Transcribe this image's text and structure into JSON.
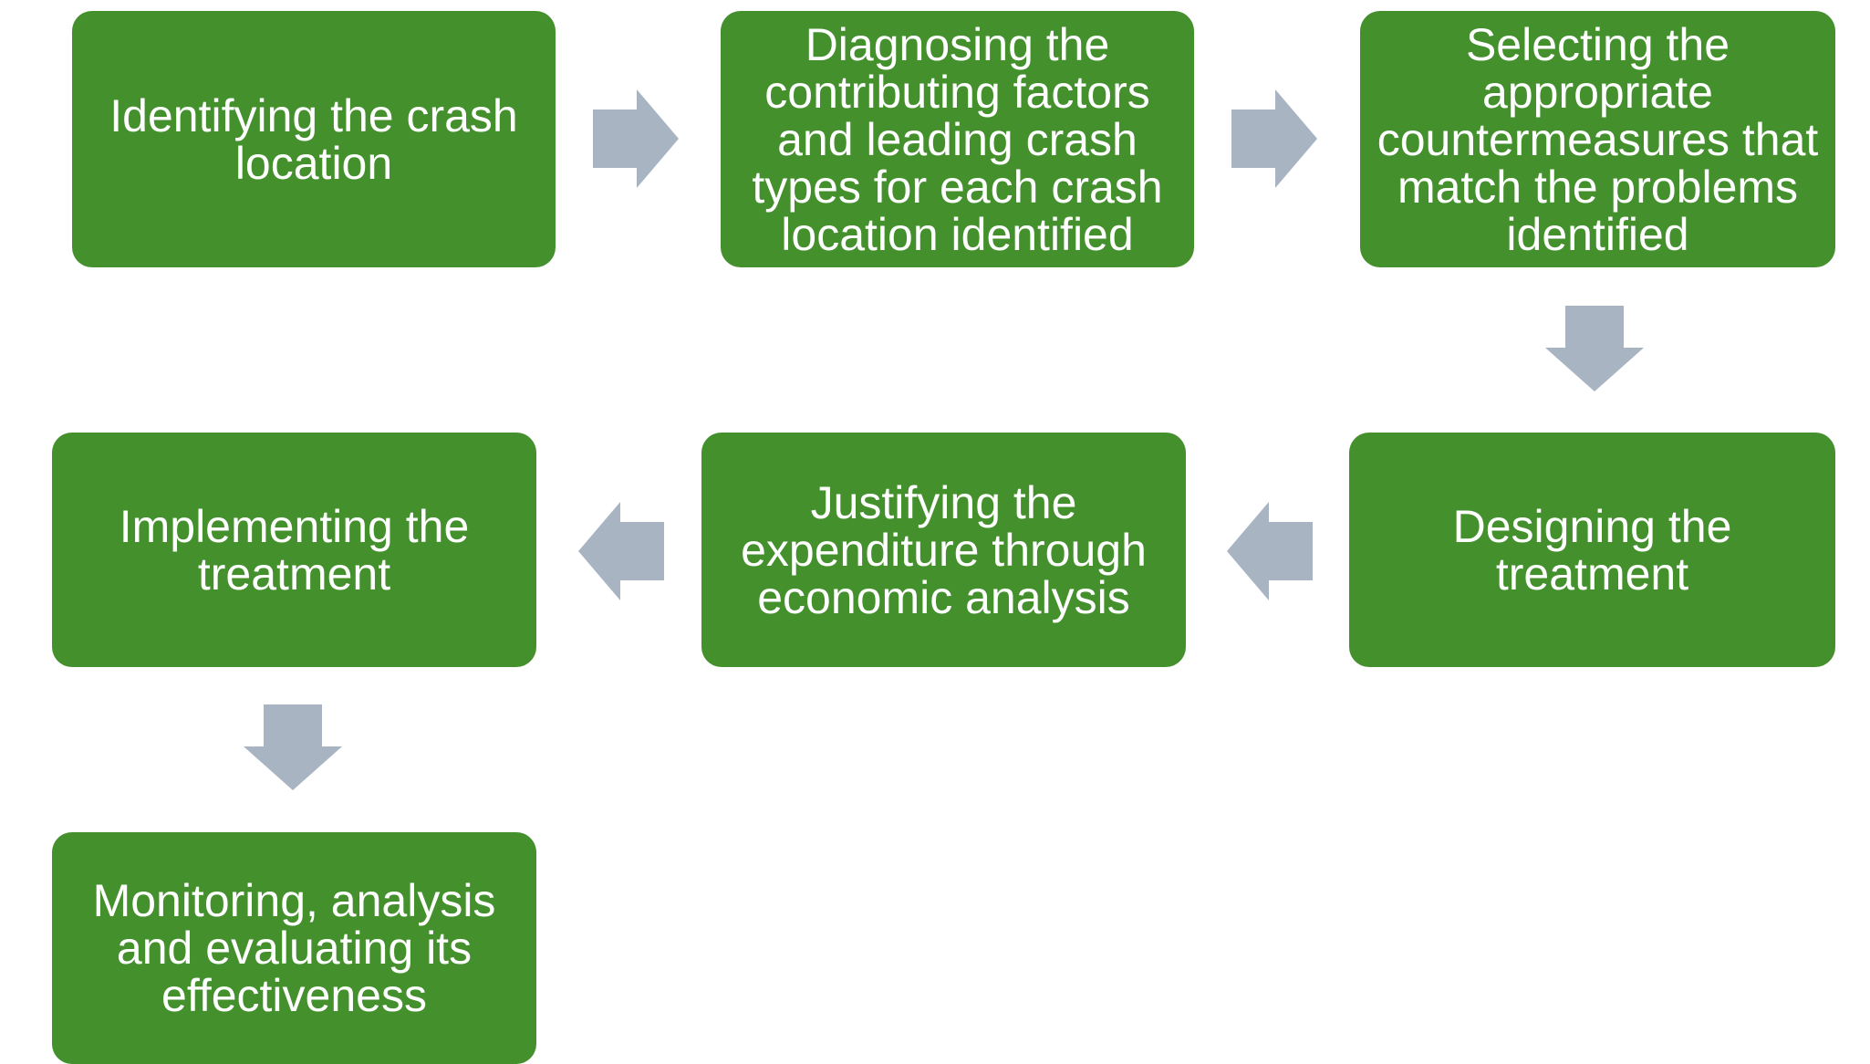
{
  "colors": {
    "box_fill": "#43902C",
    "box_text": "#FFFFFF",
    "arrow_fill": "#A8B4C1"
  },
  "steps": [
    {
      "label": "Identifying the crash location"
    },
    {
      "label": "Diagnosing the contributing factors and leading crash types for each crash location identified"
    },
    {
      "label": "Selecting the appropriate countermeasures that match the problems identified"
    },
    {
      "label": "Designing the treatment"
    },
    {
      "label": "Justifying the expenditure through economic analysis"
    },
    {
      "label": "Implementing the treatment"
    },
    {
      "label": "Monitoring, analysis and evaluating its effectiveness"
    }
  ],
  "arrows": [
    {
      "from": "step-1",
      "to": "step-2",
      "direction": "right"
    },
    {
      "from": "step-2",
      "to": "step-3",
      "direction": "right"
    },
    {
      "from": "step-3",
      "to": "step-4",
      "direction": "down"
    },
    {
      "from": "step-4",
      "to": "step-5",
      "direction": "left"
    },
    {
      "from": "step-5",
      "to": "step-6",
      "direction": "left"
    },
    {
      "from": "step-6",
      "to": "step-7",
      "direction": "down"
    }
  ]
}
